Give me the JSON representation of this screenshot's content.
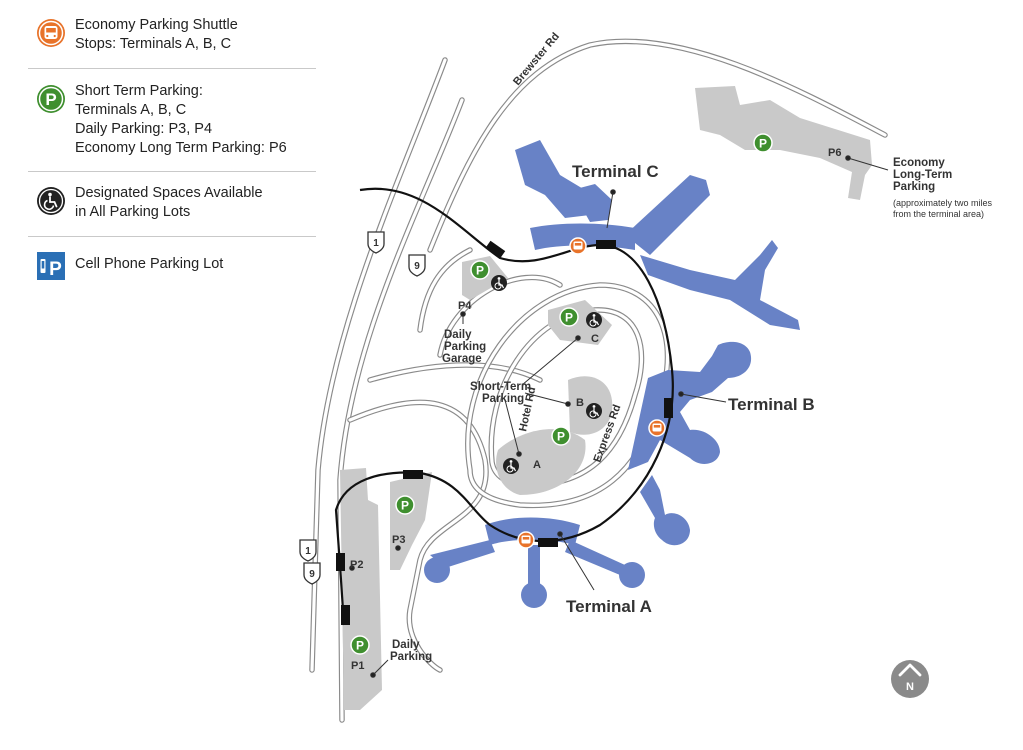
{
  "legend": {
    "shuttle": {
      "lines": [
        "Economy Parking Shuttle",
        "Stops: Terminals A, B, C"
      ],
      "color": "#e8732a",
      "icon": "bus-icon"
    },
    "short_term": {
      "lines": [
        "Short Term Parking:",
        "Terminals A, B, C",
        "Daily Parking: P3, P4",
        "Economy Long Term Parking: P6"
      ],
      "color": "#3f8f2f",
      "icon": "parking-icon"
    },
    "accessible": {
      "lines": [
        "Designated Spaces Available",
        "in All Parking Lots"
      ],
      "color": "#222222",
      "icon": "wheelchair-icon"
    },
    "cell_phone": {
      "lines": [
        "Cell Phone Parking Lot"
      ],
      "color": "#2a6fb5",
      "icon": "cell-phone-parking-icon"
    }
  },
  "map": {
    "roads": {
      "brewster": "Brewster Rd",
      "hotel": "Hotel Rd",
      "express": "Express Rd"
    },
    "route_shields": [
      "1",
      "9",
      "1",
      "9"
    ],
    "terminals": {
      "a": "Terminal A",
      "b": "Terminal B",
      "c": "Terminal C"
    },
    "lots": {
      "p1": "P1",
      "p2": "P2",
      "p3": "P3",
      "p4": "P4",
      "p6": "P6",
      "a": "A",
      "b": "B",
      "c": "C"
    },
    "labels": {
      "daily_garage": [
        "Daily",
        "Parking",
        "Garage"
      ],
      "short_term": [
        "Short-Term",
        "Parking"
      ],
      "daily_parking": [
        "Daily",
        "Parking"
      ],
      "economy": [
        "Economy",
        "Long-Term",
        "Parking"
      ],
      "economy_note": [
        "(approximately two miles",
        "from the terminal area)"
      ]
    },
    "north": "N"
  },
  "colors": {
    "terminal": "#6882c6",
    "lot": "#c9c9c9",
    "road": "#8a8a8a",
    "shuttle_route": "#111111"
  }
}
